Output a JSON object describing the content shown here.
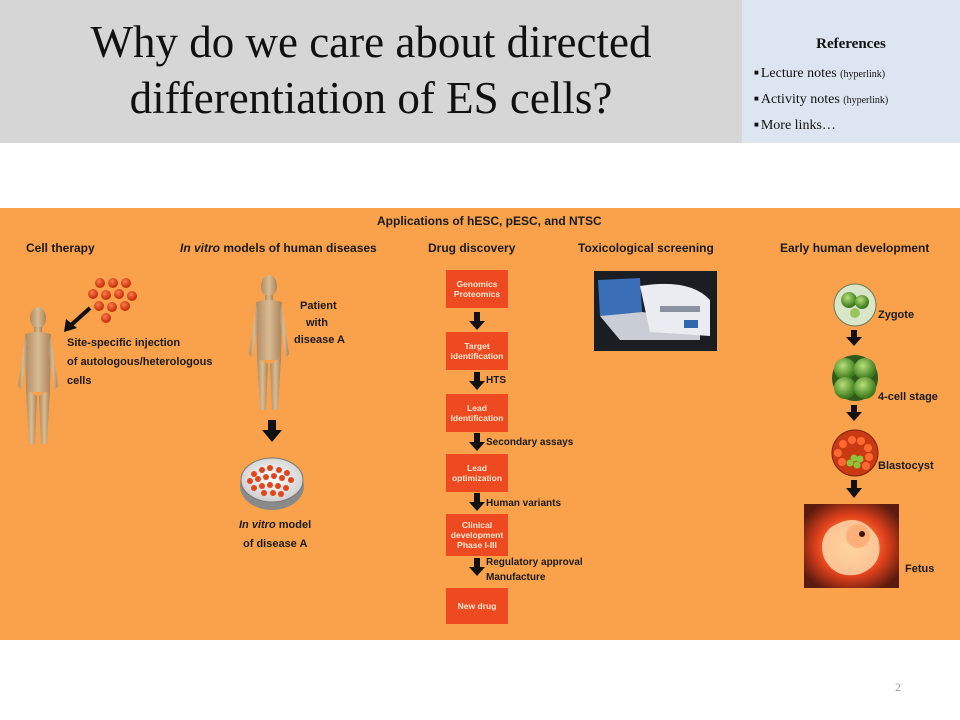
{
  "slide": {
    "title": "Why do we care about directed differentiation of ES cells?",
    "page_number": "2"
  },
  "references": {
    "heading": "References",
    "items": [
      {
        "label": "Lecture notes",
        "note": "(hyperlink)"
      },
      {
        "label": "Activity notes",
        "note": "(hyperlink)"
      },
      {
        "label": "More links…",
        "note": ""
      }
    ]
  },
  "figure": {
    "title": "Applications of hESC, pESC, and NTSC",
    "columns": {
      "cell_therapy": "Cell therapy",
      "in_vitro_models": {
        "italic": "In vitro",
        "rest": " models of human diseases"
      },
      "drug_discovery": "Drug discovery",
      "tox_screening": "Toxicological screening",
      "early_dev": "Early human development"
    },
    "cell_therapy": {
      "caption_lines": [
        "Site-specific injection",
        "of autologous/heterologous",
        "cells"
      ]
    },
    "disease_model": {
      "patient_lines": [
        "Patient",
        "with",
        "disease A"
      ],
      "model_line1_italic": "In vitro",
      "model_line1_rest": " model",
      "model_line2": "of disease A"
    },
    "pipeline_boxes": [
      [
        "Genomics",
        "Proteomics"
      ],
      [
        "Target",
        "identification"
      ],
      [
        "Lead",
        "Identification"
      ],
      [
        "Lead",
        "optimization"
      ],
      [
        "Clinical",
        "development",
        "Phase I-III"
      ],
      [
        "New drug"
      ]
    ],
    "pipeline_steps": [
      "HTS",
      "Secondary assays",
      "Human variants",
      "Regulatory  approval",
      "Manufacture"
    ],
    "development_stages": [
      "Zygote",
      "4-cell stage",
      "Blastocyst",
      "Fetus"
    ]
  },
  "colors": {
    "title_band": "#d6d6d6",
    "references_panel": "#dde6f0",
    "figure_background": "#f9a24b",
    "pipeline_box": "#ee4a22"
  }
}
